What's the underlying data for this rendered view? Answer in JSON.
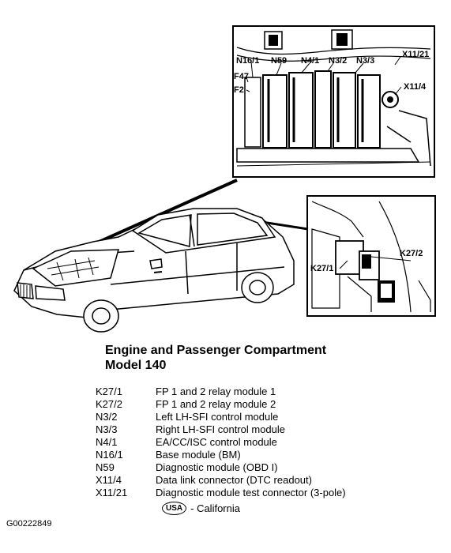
{
  "inset_top_labels": [
    "N16/1",
    "N59",
    "N4/1",
    "N3/2",
    "N3/3",
    "X11/21",
    "F47",
    "F2",
    "X11/4"
  ],
  "inset_bottom_labels": [
    "K27/2",
    "K27/1"
  ],
  "caption": {
    "line1": "Engine and Passenger Compartment",
    "line2": "Model 140"
  },
  "legend": [
    {
      "code": "K27/1",
      "desc": "FP 1 and 2 relay module 1"
    },
    {
      "code": "K27/2",
      "desc": "FP 1 and 2 relay module 2"
    },
    {
      "code": "N3/2",
      "desc": "Left LH-SFI control module"
    },
    {
      "code": "N3/3",
      "desc": "Right LH-SFI control module"
    },
    {
      "code": "N4/1",
      "desc": "EA/CC/ISC control module"
    },
    {
      "code": "N16/1",
      "desc": "Base module (BM)"
    },
    {
      "code": "N59",
      "desc": "Diagnostic module (OBD I)"
    },
    {
      "code": "X11/4",
      "desc": "Data link connector (DTC readout)"
    },
    {
      "code": "X11/21",
      "desc": "Diagnostic module test connector (3-pole)"
    }
  ],
  "usa_note": {
    "badge": "USA",
    "text": " - California"
  },
  "figure_id": "G00222849"
}
